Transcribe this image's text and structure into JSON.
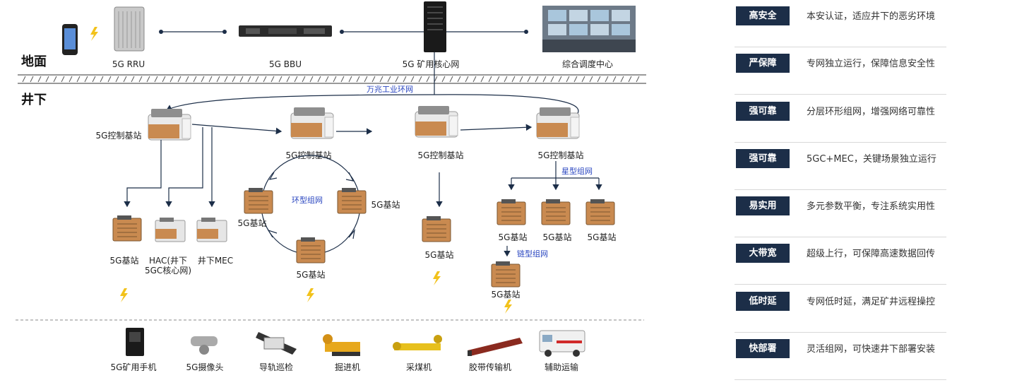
{
  "zones": {
    "surface": "地面",
    "underground": "井下"
  },
  "surface_devices": {
    "rru": "5G RRU",
    "bbu": "5G BBU",
    "core": "5G 矿用核心网",
    "dispatch": "综合调度中心"
  },
  "ring_label": "万兆工业环网",
  "control_stations": [
    "5G控制基站",
    "5G控制基站",
    "5G控制基站",
    "5G控制基站"
  ],
  "group1": {
    "station": "5G基站",
    "hac": "HAC(井下\n5GC核心网)",
    "mec": "井下MEC"
  },
  "group2": {
    "title": "环型组网",
    "left": "5G基站",
    "right": "5G基站",
    "bottom": "5G基站"
  },
  "group3": {
    "station": "5G基站"
  },
  "group4": {
    "star_title": "星型组网",
    "stations": [
      "5G基站",
      "5G基站",
      "5G基站"
    ],
    "chain_title": "链型组网",
    "chain_station": "5G基站"
  },
  "terminals": [
    "5G矿用手机",
    "5G摄像头",
    "导轨巡检",
    "掘进机",
    "采煤机",
    "胶带传输机",
    "辅助运输"
  ],
  "features": [
    {
      "tag": "高安全",
      "desc": "本安认证，适应井下的恶劣环境"
    },
    {
      "tag": "严保障",
      "desc": "专网独立运行，保障信息安全性"
    },
    {
      "tag": "强可靠",
      "desc": "分层环形组网，增强网络可靠性"
    },
    {
      "tag": "强可靠",
      "desc": "5GC+MEC，关键场景独立运行"
    },
    {
      "tag": "易实用",
      "desc": "多元参数平衡，专注系统实用性"
    },
    {
      "tag": "大带宽",
      "desc": "超级上行，可保障高速数据回传"
    },
    {
      "tag": "低时延",
      "desc": "专网低时延，满足矿井远程操控"
    },
    {
      "tag": "快部署",
      "desc": "灵活组网，可快速井下部署安装"
    }
  ],
  "colors": {
    "badge": "#1c2e48",
    "line": "#1c2e48",
    "blue_text": "#2a46c0",
    "lightning": "#f2c21b",
    "copper": "#c98a50"
  }
}
